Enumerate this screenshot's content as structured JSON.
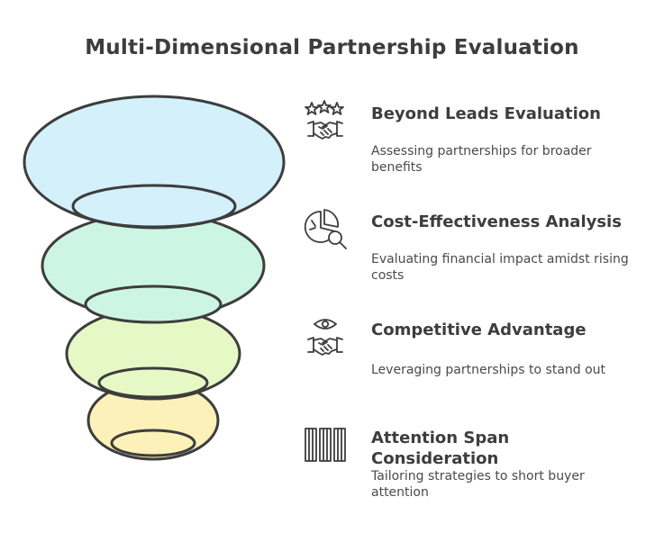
{
  "title": "Multi-Dimensional Partnership Evaluation",
  "colors": {
    "stroke": "#3d3d3d",
    "layer1": "#d3f0fb",
    "layer2": "#cdf5e3",
    "layer3": "#e6f8c6",
    "layer4": "#fcf1b9"
  },
  "items": [
    {
      "icon": "stars-handshake-icon",
      "heading": "Beyond Leads Evaluation",
      "description": "Assessing partnerships for broader benefits"
    },
    {
      "icon": "pie-chart-magnifier-icon",
      "heading": "Cost-Effectiveness Analysis",
      "description": "Evaluating financial impact amidst rising costs"
    },
    {
      "icon": "eye-handshake-icon",
      "heading": "Competitive Advantage",
      "description": "Leveraging partnerships to stand out"
    },
    {
      "icon": "columns-icon",
      "heading": "Attention Span Consideration",
      "description": "Tailoring strategies to short buyer attention"
    }
  ]
}
